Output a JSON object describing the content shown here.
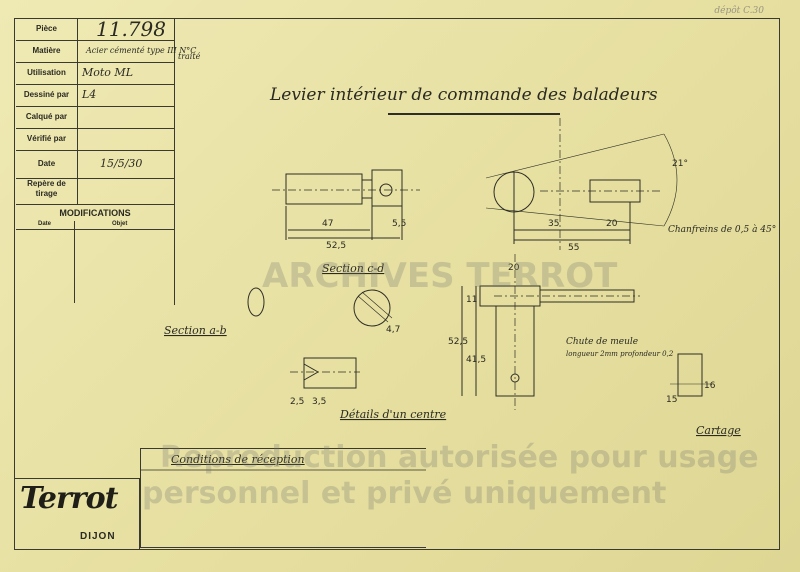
{
  "stamp": "dépôt C.30",
  "title_block": {
    "rows": [
      {
        "label": "Pièce",
        "value": "11.798"
      },
      {
        "label": "Matière",
        "value": "Acier cémenté type III N°C"
      },
      {
        "label": "Utilisation",
        "value": "Moto ML"
      },
      {
        "label": "Dessiné par",
        "value": "L4"
      },
      {
        "label": "Calqué par",
        "value": ""
      },
      {
        "label": "Vérifié par",
        "value": ""
      },
      {
        "label": "Date",
        "value": "15/5/30"
      },
      {
        "label": "Repère de tirage",
        "value": ""
      }
    ],
    "traite": "traité"
  },
  "modifications": {
    "title": "MODIFICATIONS",
    "col_date": "Date",
    "col_objet": "Objet"
  },
  "drawing_title": "Levier intérieur de commande des baladeurs",
  "labels": {
    "section_cd": "Section c-d",
    "section_ab": "Section a-b",
    "details_centre": "Détails d'un centre",
    "cartage": "Cartage",
    "chanfrein": "Chanfreins de 0,5 à 45°",
    "chute": "Chute de meule",
    "chute_detail": "longueur 2mm profondeur 0,2"
  },
  "dimensions": [
    "47",
    "52,5",
    "5,5",
    "35",
    "20",
    "55",
    "21°",
    "20",
    "11",
    "52,5",
    "41,5",
    "4,7",
    "16",
    "15",
    "2,5",
    "3,5"
  ],
  "conditions_label": "Conditions de réception",
  "logo": {
    "brand": "Terrot",
    "city": "DIJON"
  },
  "watermark": {
    "center": "ARCHIVES TERROT",
    "line1": "Reproduction autorisée pour usage",
    "line2": "personnel et privé uniquement"
  }
}
